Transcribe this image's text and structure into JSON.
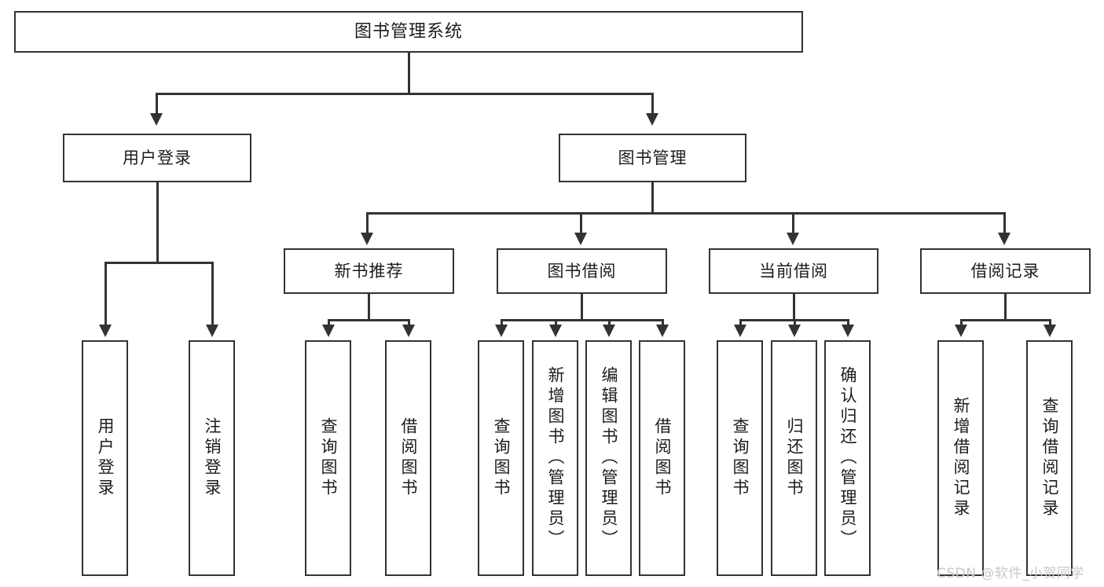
{
  "diagram": {
    "type": "tree-hierarchy",
    "title": "图书管理系统",
    "watermark": "CSDN @软件_小贺同学",
    "colors": {
      "stroke": "#333333",
      "box_fill": "#ffffff",
      "text": "#1c1c1c",
      "watermark": "#c8c8c8",
      "background": "#ffffff"
    },
    "nodes": {
      "root": {
        "label": "图书管理系统",
        "level": 1
      },
      "level2": [
        {
          "id": "user-login",
          "label": "用户登录"
        },
        {
          "id": "book-manage",
          "label": "图书管理"
        }
      ],
      "level3": [
        {
          "id": "new-book-recommend",
          "label": "新书推荐"
        },
        {
          "id": "book-borrow",
          "label": "图书借阅"
        },
        {
          "id": "current-borrow",
          "label": "当前借阅"
        },
        {
          "id": "borrow-record",
          "label": "借阅记录"
        }
      ],
      "leaves": {
        "user-login": [
          {
            "id": "leaf-user-login",
            "label": "用户登录"
          },
          {
            "id": "leaf-user-logout",
            "label": "注销登录"
          }
        ],
        "new-book-recommend": [
          {
            "id": "leaf-query-book-1",
            "label": "查询图书"
          },
          {
            "id": "leaf-borrow-book-1",
            "label": "借阅图书"
          }
        ],
        "book-borrow": [
          {
            "id": "leaf-query-book-2",
            "label": "查询图书"
          },
          {
            "id": "leaf-add-book",
            "label": "新增图书（管理员）"
          },
          {
            "id": "leaf-edit-book",
            "label": "编辑图书（管理员）"
          },
          {
            "id": "leaf-borrow-book-2",
            "label": "借阅图书"
          }
        ],
        "current-borrow": [
          {
            "id": "leaf-query-book-3",
            "label": "查询图书"
          },
          {
            "id": "leaf-return-book",
            "label": "归还图书"
          },
          {
            "id": "leaf-confirm-return",
            "label": "确认归还（管理员）"
          }
        ],
        "borrow-record": [
          {
            "id": "leaf-add-record",
            "label": "新增借阅记录"
          },
          {
            "id": "leaf-query-record",
            "label": "查询借阅记录"
          }
        ]
      }
    }
  }
}
